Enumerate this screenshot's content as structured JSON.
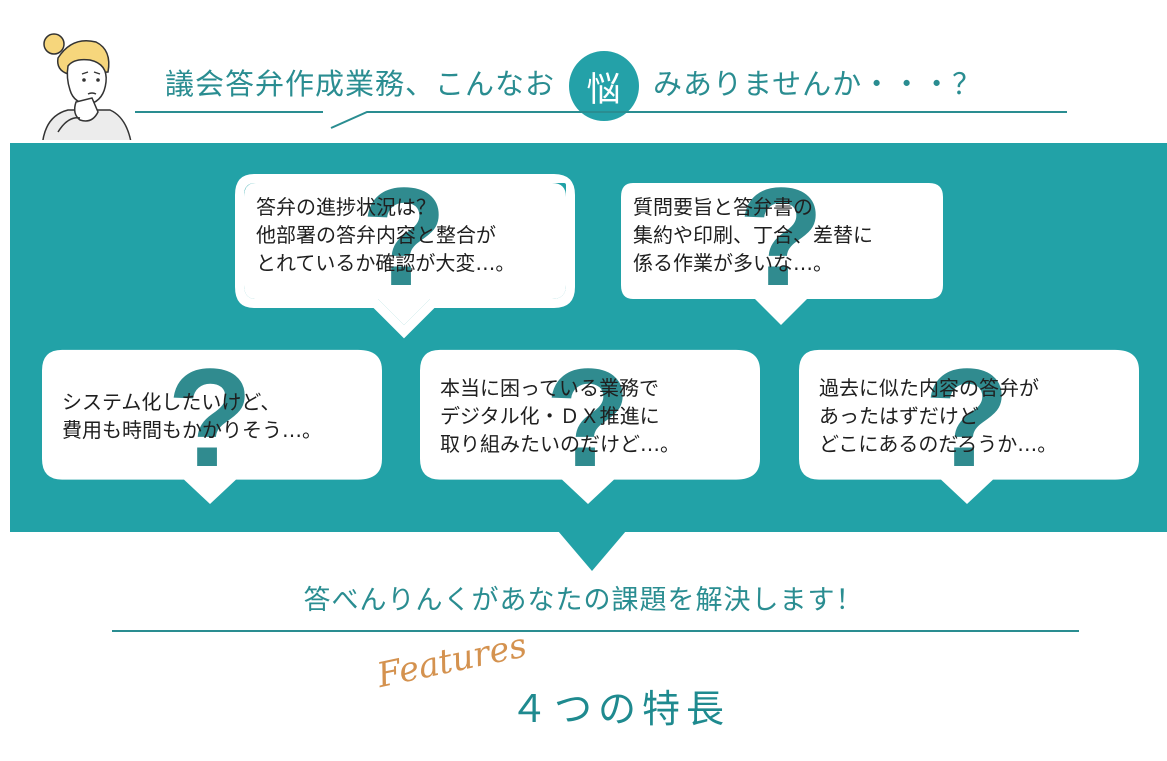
{
  "header": {
    "title_before": "議会答弁作成業務、こんなお",
    "title_circle": "悩",
    "title_after": "みありませんか・・・？"
  },
  "bubbles": [
    {
      "lines": [
        "答弁の進捗状況は？",
        "他部署の答弁内容と整合が",
        "とれているか確認が大変…。"
      ]
    },
    {
      "lines": [
        "質問要旨と答弁書の",
        "集約や印刷、丁合、差替に",
        "係る作業が多いな…。"
      ]
    },
    {
      "lines": [
        "システム化したいけど、",
        "費用も時間もかかりそう…。"
      ]
    },
    {
      "lines": [
        "本当に困っている業務で",
        "デジタル化・ＤＸ推進に",
        "取り組みたいのだけど…。"
      ]
    },
    {
      "lines": [
        "過去に似た内容の答弁が",
        "あったはずだけど",
        "どこにあるのだろうか…。"
      ]
    }
  ],
  "solution": {
    "text": "答べんりんくがあなたの課題を解決します！"
  },
  "features": {
    "script_label": "Features",
    "title": "４つの特長"
  },
  "colors": {
    "teal": "#22a2a7",
    "teal_text": "#2a8d91",
    "accent_orange": "#d4924f",
    "question_mark": "#1a7f83"
  },
  "icons": [
    "question-mark-icon",
    "person-thinking-icon"
  ]
}
